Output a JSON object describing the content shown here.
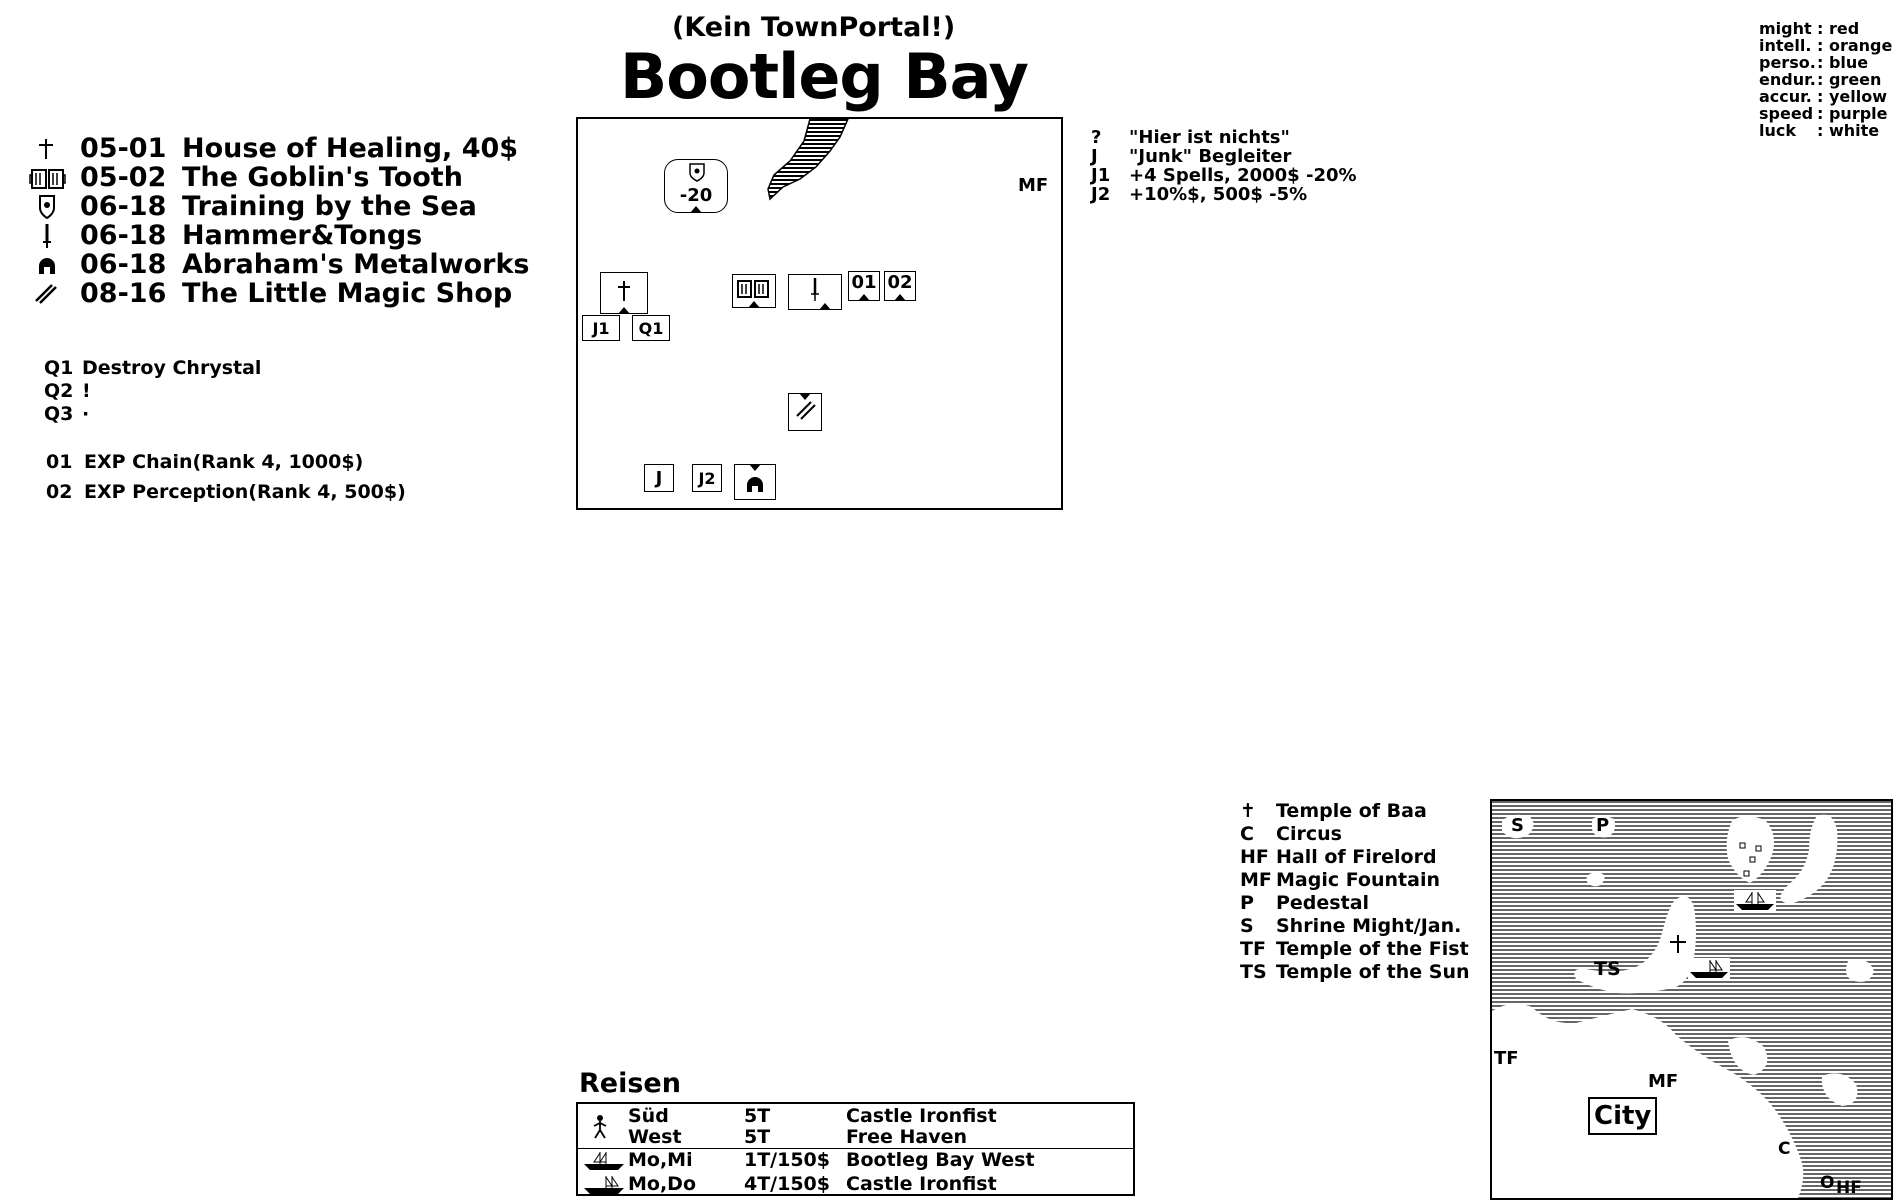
{
  "header": {
    "subtitle": "(Kein TownPortal!)",
    "title": "Bootleg Bay"
  },
  "shops": [
    {
      "icon": "cross-icon",
      "code": "05-01",
      "name": "House of Healing, 40$"
    },
    {
      "icon": "beer-mugs-icon",
      "code": "05-02",
      "name": "The Goblin's Tooth"
    },
    {
      "icon": "shield-crest-icon",
      "code": "06-18",
      "name": "Training by the Sea"
    },
    {
      "icon": "sword-icon",
      "code": "06-18",
      "name": "Hammer&Tongs"
    },
    {
      "icon": "helmet-icon",
      "code": "06-18",
      "name": "Abraham's Metalworks"
    },
    {
      "icon": "wand-icon",
      "code": "08-16",
      "name": "The Little Magic Shop"
    }
  ],
  "quests": [
    {
      "key": "Q1",
      "text": "Destroy Chrystal"
    },
    {
      "key": "Q2",
      "text": "!"
    },
    {
      "key": "Q3",
      "text": "·"
    }
  ],
  "expert": [
    {
      "key": "01",
      "text": "EXP Chain(Rank 4, 1000$)"
    },
    {
      "key": "02",
      "text": "EXP Perception(Rank 4, 500$)"
    }
  ],
  "notes": [
    {
      "key": "?",
      "text": "\"Hier ist nichts\""
    },
    {
      "key": "J",
      "text": "\"Junk\" Begleiter"
    },
    {
      "key": "J1",
      "text": "+4 Spells, 2000$ -20%"
    },
    {
      "key": "J2",
      "text": "+10%$, 500$ -5%"
    }
  ],
  "stats": [
    {
      "key": "might",
      "value": ": red"
    },
    {
      "key": "intell.",
      "value": ": orange"
    },
    {
      "key": "perso.",
      "value": ": blue"
    },
    {
      "key": "endur.",
      "value": ": green"
    },
    {
      "key": "accur.",
      "value": ": yellow"
    },
    {
      "key": "speed",
      "value": ": purple"
    },
    {
      "key": "luck",
      "value": ": white"
    }
  ],
  "town_map": {
    "training_label": "-20",
    "mf_label": "MF",
    "labels": {
      "j1": "J1",
      "q1": "Q1",
      "exp01": "01",
      "exp02": "02",
      "j": "J",
      "j2": "J2"
    }
  },
  "region_legend": [
    {
      "key": "✝",
      "text": "Temple of Baa"
    },
    {
      "key": "C",
      "text": "Circus"
    },
    {
      "key": "HF",
      "text": "Hall of Firelord"
    },
    {
      "key": "MF",
      "text": "Magic Fountain"
    },
    {
      "key": "P",
      "text": "Pedestal"
    },
    {
      "key": "S",
      "text": "Shrine Might/Jan."
    },
    {
      "key": "TF",
      "text": "Temple of the Fist"
    },
    {
      "key": "TS",
      "text": "Temple of the Sun"
    }
  ],
  "region_map": {
    "S": "S",
    "P": "P",
    "TS": "TS",
    "TF": "TF",
    "MF": "MF",
    "C": "C",
    "O": "O",
    "HF": "HF",
    "city": "City"
  },
  "travel": {
    "title": "Reisen",
    "rows": [
      {
        "icon": "walker-icon",
        "days": "Süd",
        "time": "5T",
        "dest": "Castle Ironfist"
      },
      {
        "icon": "",
        "days": "West",
        "time": "5T",
        "dest": "Free Haven"
      },
      {
        "icon": "ship-icon",
        "days": "Mo,Mi",
        "time": "1T/150$",
        "dest": "Bootleg Bay West"
      },
      {
        "icon": "ship-icon",
        "days": "Mo,Do",
        "time": "4T/150$",
        "dest": "Castle Ironfist"
      }
    ]
  }
}
